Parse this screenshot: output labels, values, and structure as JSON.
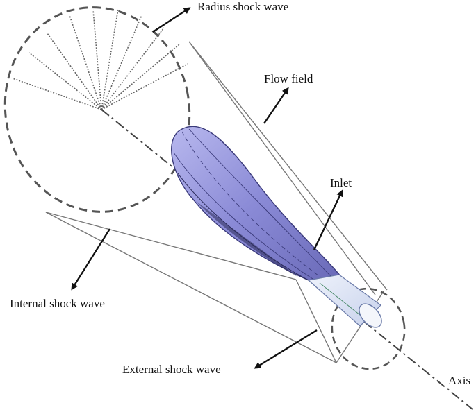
{
  "labels": {
    "radius_shock_wave": "Radius shock wave",
    "flow_field": "Flow field",
    "inlet": "Inlet",
    "internal_shock_wave": "Internal shock wave",
    "external_shock_wave": "External shock wave",
    "axis": "Axis"
  },
  "colors": {
    "body_fill": "#8f8fd8",
    "body_stroke": "#3a3a7a",
    "dashed": "#555555",
    "lines": "#666666",
    "arrow": "#111111"
  }
}
